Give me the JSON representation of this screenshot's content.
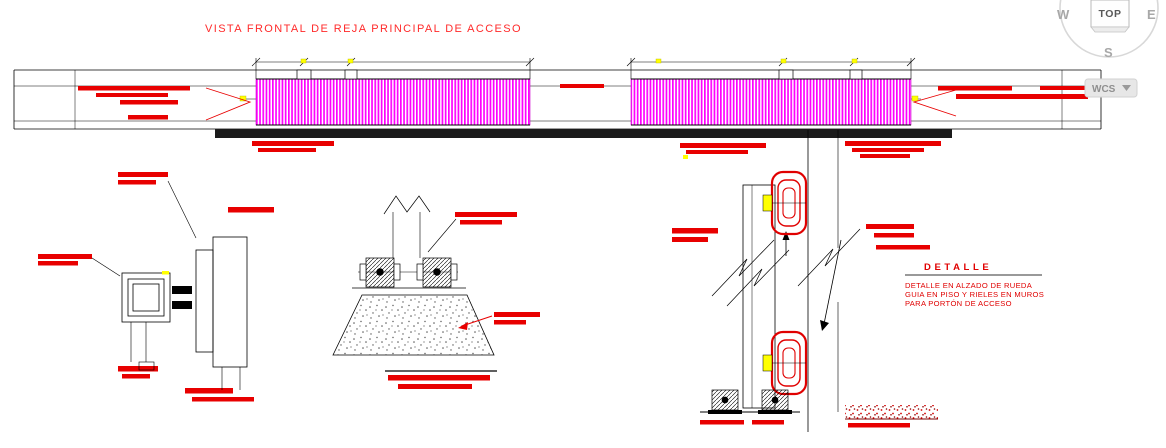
{
  "app": {
    "viewcube": {
      "top_label": "TOP",
      "west_label": "W",
      "east_label": "E",
      "south_label": "S",
      "wcs_label": "WCS"
    }
  },
  "drawing": {
    "title": "VISTA FRONTAL DE REJA PRINCIPAL DE ACCESO",
    "detail": {
      "title": "DETALLE",
      "note_lines": [
        "DETALLE EN ALZADO DE RUEDA",
        "GUIA EN PISO Y RIELES EN MUROS",
        "PARA PORTÓN DE ACCESO"
      ]
    },
    "colors": {
      "annotation_red": "#e80000",
      "panel_magenta": "#ff00ff",
      "marker_yellow": "#ffff00",
      "ground_black": "#1b1b1b"
    }
  }
}
